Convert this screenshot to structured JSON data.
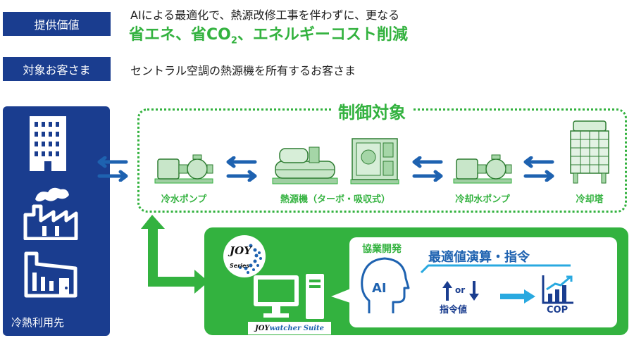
{
  "header": {
    "value_label": "提供価値",
    "value_line1": "AIによる最適化で、熱源改修工事を伴わずに、更なる",
    "value_line2_a": "省エネ、省CO",
    "value_line2_sub": "2",
    "value_line2_b": "、エネルギーコスト削減",
    "customer_label": "対象お客さま",
    "customer_text": "セントラル空調の熱源機を所有するお客さま"
  },
  "left_panel": {
    "caption": "冷熱利用先"
  },
  "control_target": {
    "title": "制御対象",
    "equipment": [
      {
        "label": "冷水ポンプ"
      },
      {
        "label": "熱源機（ターボ・吸収式）"
      },
      {
        "label": "冷却水ポンプ"
      },
      {
        "label": "冷却塔"
      }
    ]
  },
  "system": {
    "logo_top_text": "Series",
    "logo_bottom_text": "watcher Suite",
    "joint_dev_label": "協業開発",
    "ai_label": "AI",
    "optimize_title": "最適値演算・指令",
    "or_label": "or",
    "command_label": "指令値",
    "cop_label": "COP"
  },
  "colors": {
    "navy": "#1a3d8f",
    "green": "#33b23f",
    "blue": "#1e62b0",
    "cyan": "#29a9e0"
  }
}
